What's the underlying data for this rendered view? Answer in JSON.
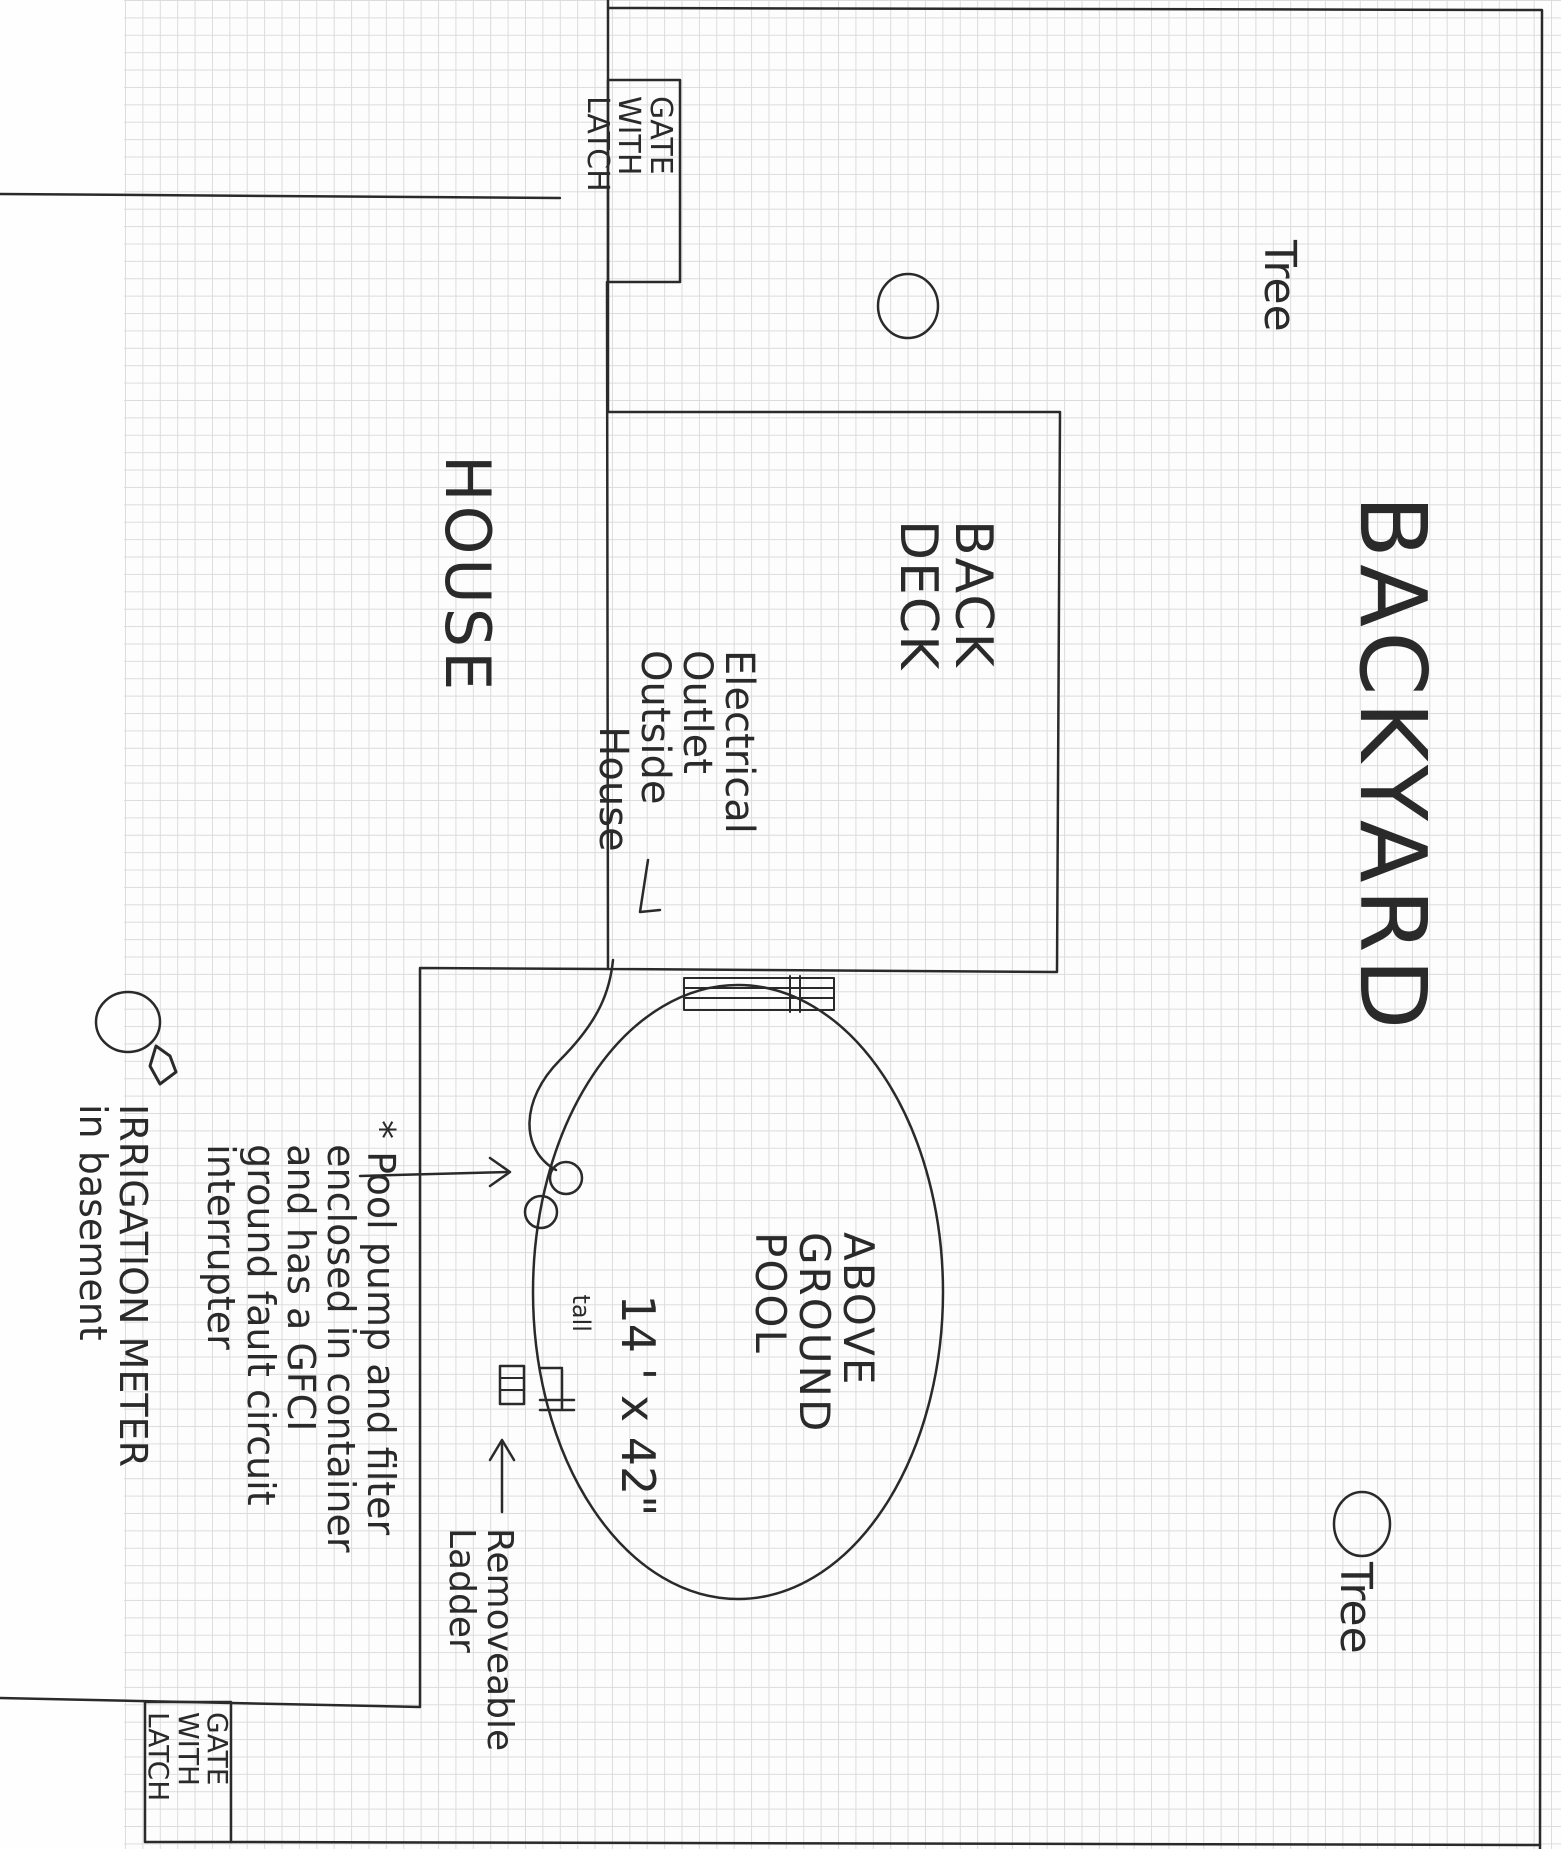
{
  "diagram": {
    "labels": {
      "backyard": "BACKYARD",
      "house": "HOUSE",
      "back_deck": "BACK\nDECK",
      "electrical_outlet": "Electrical\nOutlet\nOutside\n      House",
      "pool_title": "ABOVE\nGROUND\nPOOL",
      "pool_size": "14 ' x 42\"",
      "pool_size_suffix": "tall",
      "removeable_ladder": "Removeable\nLadder",
      "pool_pump_note": "* Pool pump and filter\n  enclosed in container\n  and has a GFCI\n  ground fault circuit\n  interrupter",
      "irrigation_meter": "IRRIGATION METER\nin basement",
      "tree_top": "Tree",
      "tree_bottom": "Tree",
      "gate_top": "GATE\nWITH\nLATCH",
      "gate_bottom": "GATE\nWITH\nLATCH"
    }
  }
}
